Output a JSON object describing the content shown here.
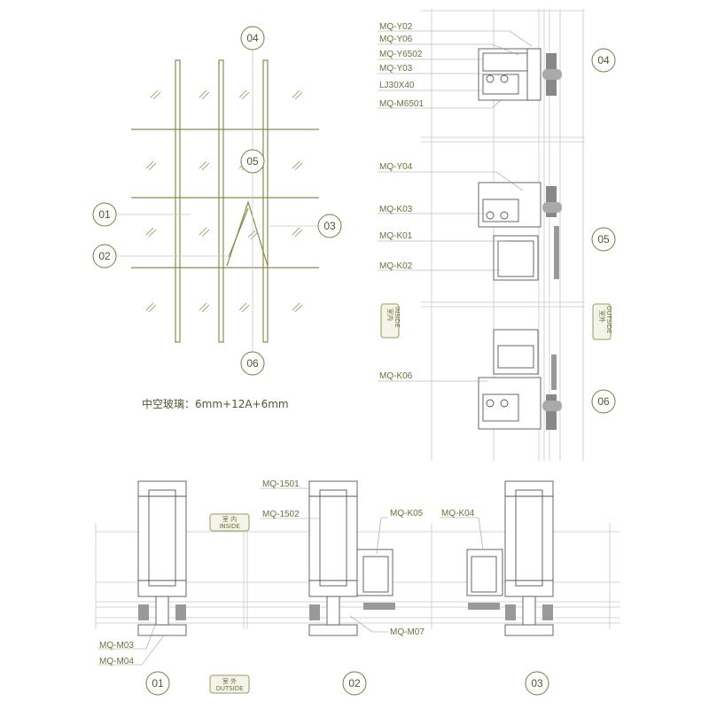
{
  "elevation": {
    "callouts": [
      "04",
      "05",
      "06",
      "01",
      "02",
      "03"
    ],
    "caption": "中空玻璃：6mm+12A+6mm"
  },
  "vertical_sections": {
    "s04": {
      "id": "04",
      "labels": [
        "MQ-Y02",
        "MQ-Y06",
        "MQ-Y6502",
        "MQ-Y03",
        "LJ30X40",
        "MQ-M6501"
      ]
    },
    "s05": {
      "id": "05",
      "labels": [
        "MQ-Y04",
        "MQ-K03",
        "MQ-K01",
        "MQ-K02"
      ]
    },
    "s06": {
      "id": "06",
      "labels": [
        "MQ-K06"
      ]
    },
    "inside_tag": {
      "cn": "室内",
      "en": "INSIDE"
    },
    "outside_tag": {
      "cn": "室外",
      "en": "OUTSIDE"
    }
  },
  "horizontal_sections": {
    "ids": [
      "01",
      "02",
      "03"
    ],
    "labels": {
      "m1501": "MQ-1501",
      "m1502": "MQ-1502",
      "k05": "MQ-K05",
      "k04": "MQ-K04",
      "m07": "MQ-M07",
      "m03": "MQ-M03",
      "m04": "MQ-M04"
    },
    "inside_tag": {
      "cn": "室 内",
      "en": "INSIDE"
    },
    "outside_tag": {
      "cn": "室 外",
      "en": "OUTSIDE"
    }
  },
  "colors": {
    "accent": "#8b8b4e",
    "text": "#6e6e3c",
    "line": "#555555"
  }
}
